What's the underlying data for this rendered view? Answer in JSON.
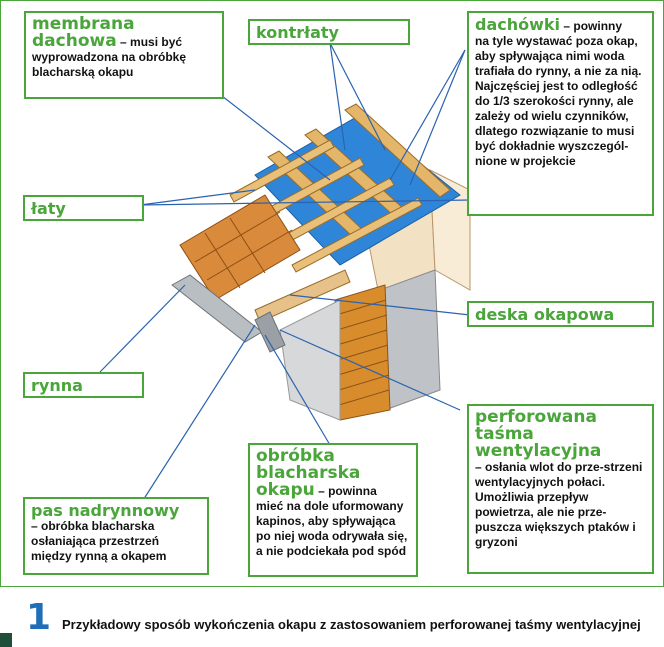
{
  "labels": {
    "membrana": {
      "heading_line1": "membrana",
      "heading_line2": "dachowa",
      "text_inline": " – musi być",
      "text": "wyprowadzona na obróbkę blacharską okapu"
    },
    "kontrlaty": {
      "heading": "kontrłaty"
    },
    "dachowki": {
      "heading": "dachówki",
      "text_inline": " – powinny",
      "text": "na tyle wystawać poza okap, aby spływająca nimi woda trafiała do rynny, a nie za nią. Najczęściej jest to odległość do 1/3 szerokości rynny, ale zależy od wielu czynników, dlatego rozwiązanie to musi być dokładnie wyszczegól-nione w projekcie"
    },
    "laty": {
      "heading": "łaty"
    },
    "deska": {
      "heading": "deska okapowa"
    },
    "rynna": {
      "heading": "rynna"
    },
    "perforowana": {
      "heading_line1": "perforowana",
      "heading_line2": "taśma",
      "heading_line3": "wentylacyjna",
      "text": "– osłania wlot do prze-strzeni wentylacyjnych połaci. Umożliwia przepływ powietrza, ale nie prze-puszcza większych ptaków i gryzoni"
    },
    "obrobka": {
      "heading_line1": "obróbka",
      "heading_line2": "blacharska",
      "heading_line3": "okapu",
      "text_inline": " – powinna",
      "text": "mieć na dole uformowany kapinos, aby spływająca po niej woda odrywała się, a nie podciekała pod spód"
    },
    "pas": {
      "heading": "pas nadrynnowy",
      "text": "– obróbka blacharska osłaniająca przestrzeń między rynną a okapem"
    }
  },
  "caption": {
    "number": "1",
    "text": "Przykładowy sposób wykończenia okapu z zastosowaniem perforowanej taśmy wentylacyjnej"
  },
  "colors": {
    "accent": "#4aa53a",
    "leader": "#2a63b0",
    "caption_number": "#1e6fb8",
    "membrane": "#2f86d8",
    "tile": "#d98a3a",
    "timber": "#e3b66a",
    "brick": "#d98c2c"
  }
}
